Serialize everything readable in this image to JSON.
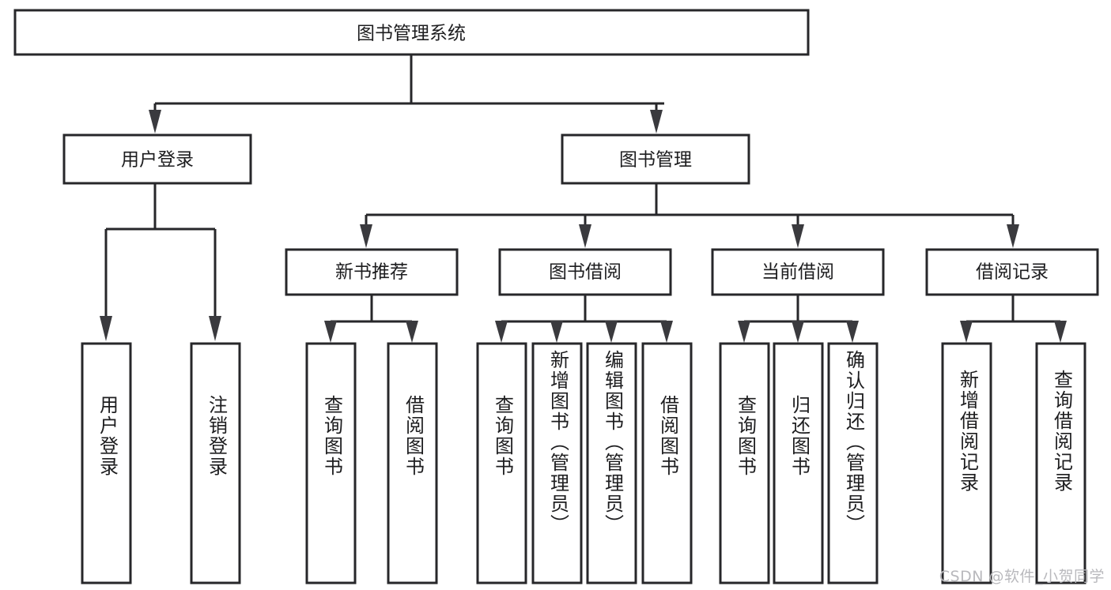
{
  "diagram": {
    "type": "tree-hierarchy",
    "title": "图书管理系统",
    "orientation": "top-down",
    "colors": {
      "stroke": "#27272a",
      "fill": "#ffffff",
      "text": "#1d1d1f",
      "watermark": "#b9b9bd",
      "background": "#ffffff"
    },
    "root": {
      "label": "图书管理系统"
    },
    "level2": [
      {
        "label": "用户登录"
      },
      {
        "label": "图书管理"
      }
    ],
    "level3": [
      {
        "label": "新书推荐"
      },
      {
        "label": "图书借阅"
      },
      {
        "label": "当前借阅"
      },
      {
        "label": "借阅记录"
      }
    ],
    "leaves": {
      "user_login": [
        {
          "label": "用户登录"
        },
        {
          "label": "注销登录"
        }
      ],
      "new_book_recommend": [
        {
          "label": "查询图书"
        },
        {
          "label": "借阅图书"
        }
      ],
      "book_borrow": [
        {
          "label": "查询图书"
        },
        {
          "label": "新增图书（管理员）"
        },
        {
          "label": "编辑图书（管理员）"
        },
        {
          "label": "借阅图书"
        }
      ],
      "current_borrow": [
        {
          "label": "查询图书"
        },
        {
          "label": "归还图书"
        },
        {
          "label": "确认归还（管理员）"
        }
      ],
      "borrow_record": [
        {
          "label": "新增借阅记录"
        },
        {
          "label": "查询借阅记录"
        }
      ]
    }
  },
  "watermark": {
    "text": "CSDN @软件_小贺同学"
  }
}
